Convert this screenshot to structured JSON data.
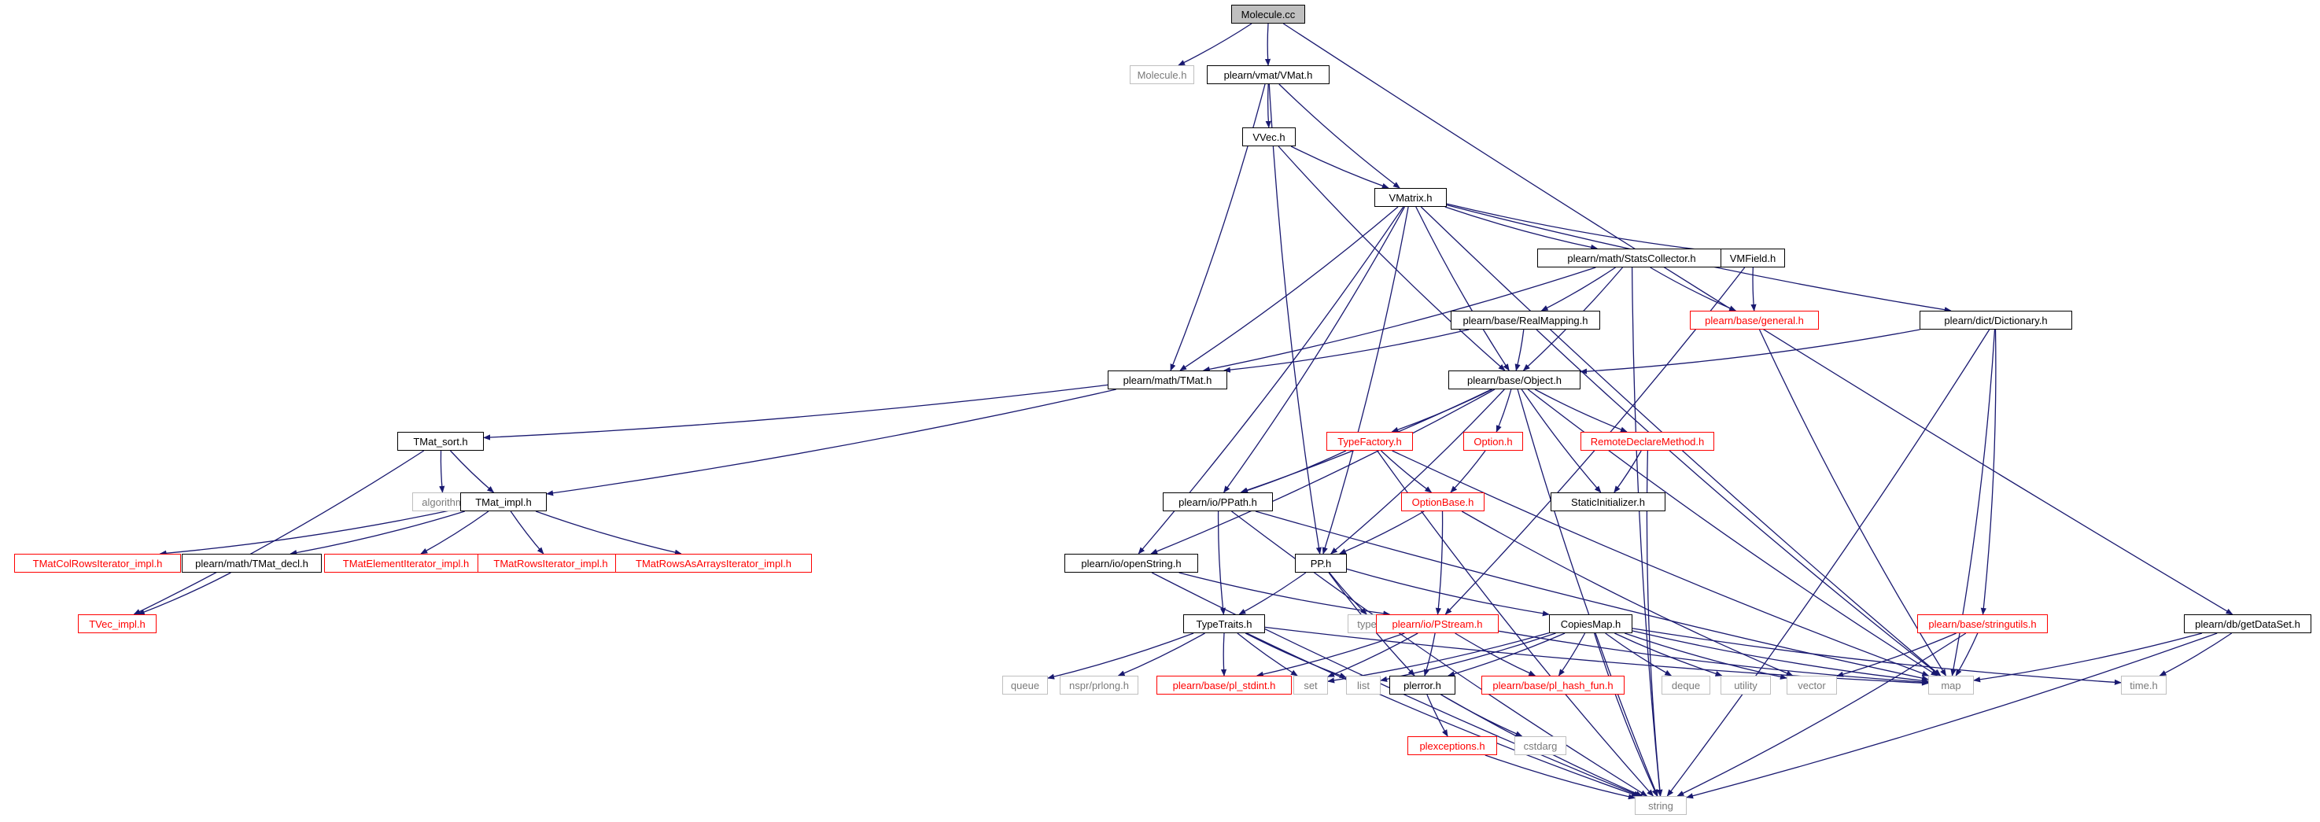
{
  "nodes": [
    {
      "id": "molecule_cc",
      "label": "Molecule.cc",
      "kind": "root"
    },
    {
      "id": "molecule_h",
      "label": "Molecule.h",
      "kind": "gray"
    },
    {
      "id": "vmat_h",
      "label": "plearn/vmat/VMat.h",
      "kind": "black"
    },
    {
      "id": "vvec_h",
      "label": "VVec.h",
      "kind": "black"
    },
    {
      "id": "vmatrix_h",
      "label": "VMatrix.h",
      "kind": "black"
    },
    {
      "id": "statscollector_h",
      "label": "plearn/math/StatsCollector.h",
      "kind": "black"
    },
    {
      "id": "vmfield_h",
      "label": "VMField.h",
      "kind": "black"
    },
    {
      "id": "general_h",
      "label": "plearn/base/general.h",
      "kind": "red"
    },
    {
      "id": "dictionary_h",
      "label": "plearn/dict/Dictionary.h",
      "kind": "black"
    },
    {
      "id": "realmapping_h",
      "label": "plearn/base/RealMapping.h",
      "kind": "black"
    },
    {
      "id": "tmat_h",
      "label": "plearn/math/TMat.h",
      "kind": "black"
    },
    {
      "id": "object_h",
      "label": "plearn/base/Object.h",
      "kind": "black"
    },
    {
      "id": "tmat_sort_h",
      "label": "TMat_sort.h",
      "kind": "black"
    },
    {
      "id": "algorithm",
      "label": "algorithm",
      "kind": "gray"
    },
    {
      "id": "tmat_impl_h",
      "label": "TMat_impl.h",
      "kind": "black"
    },
    {
      "id": "tmatcolrows_h",
      "label": "TMatColRowsIterator_impl.h",
      "kind": "red"
    },
    {
      "id": "tmat_decl_h",
      "label": "plearn/math/TMat_decl.h",
      "kind": "black"
    },
    {
      "id": "tmatelement_h",
      "label": "TMatElementIterator_impl.h",
      "kind": "red"
    },
    {
      "id": "tmatrowsiter_h",
      "label": "TMatRowsIterator_impl.h",
      "kind": "red"
    },
    {
      "id": "tmatrowsasarrays_h",
      "label": "TMatRowsAsArraysIterator_impl.h",
      "kind": "red"
    },
    {
      "id": "tvec_impl_h",
      "label": "TVec_impl.h",
      "kind": "red"
    },
    {
      "id": "typefactory_h",
      "label": "TypeFactory.h",
      "kind": "red"
    },
    {
      "id": "option_h",
      "label": "Option.h",
      "kind": "red"
    },
    {
      "id": "remotedeclare_h",
      "label": "RemoteDeclareMethod.h",
      "kind": "red"
    },
    {
      "id": "staticinit_h",
      "label": "StaticInitializer.h",
      "kind": "black"
    },
    {
      "id": "optionbase_h",
      "label": "OptionBase.h",
      "kind": "red"
    },
    {
      "id": "ppath_h",
      "label": "plearn/io/PPath.h",
      "kind": "black"
    },
    {
      "id": "openstring_h",
      "label": "plearn/io/openString.h",
      "kind": "black"
    },
    {
      "id": "pp_h",
      "label": "PP.h",
      "kind": "black"
    },
    {
      "id": "typetraits_h",
      "label": "TypeTraits.h",
      "kind": "black"
    },
    {
      "id": "typeinfo",
      "label": "typeinfo",
      "kind": "gray"
    },
    {
      "id": "pstream_h",
      "label": "plearn/io/PStream.h",
      "kind": "red"
    },
    {
      "id": "copiesmap_h",
      "label": "CopiesMap.h",
      "kind": "black"
    },
    {
      "id": "queue",
      "label": "queue",
      "kind": "gray"
    },
    {
      "id": "nspr_h",
      "label": "nspr/prlong.h",
      "kind": "gray"
    },
    {
      "id": "pl_stdint_h",
      "label": "plearn/base/pl_stdint.h",
      "kind": "red"
    },
    {
      "id": "set",
      "label": "set",
      "kind": "gray"
    },
    {
      "id": "list",
      "label": "list",
      "kind": "gray"
    },
    {
      "id": "plerror_h",
      "label": "plerror.h",
      "kind": "black"
    },
    {
      "id": "pl_hash_fun_h",
      "label": "plearn/base/pl_hash_fun.h",
      "kind": "red"
    },
    {
      "id": "deque",
      "label": "deque",
      "kind": "gray"
    },
    {
      "id": "utility",
      "label": "utility",
      "kind": "gray"
    },
    {
      "id": "vector",
      "label": "vector",
      "kind": "gray"
    },
    {
      "id": "map",
      "label": "map",
      "kind": "gray"
    },
    {
      "id": "stringutils_h",
      "label": "plearn/base/stringutils.h",
      "kind": "red"
    },
    {
      "id": "getdataset_h",
      "label": "plearn/db/getDataSet.h",
      "kind": "black"
    },
    {
      "id": "time_h",
      "label": "time.h",
      "kind": "gray"
    },
    {
      "id": "plexceptions_h",
      "label": "plexceptions.h",
      "kind": "red"
    },
    {
      "id": "cstdarg",
      "label": "cstdarg",
      "kind": "gray"
    },
    {
      "id": "string",
      "label": "string",
      "kind": "gray"
    }
  ],
  "edges": [
    [
      "molecule_cc",
      "molecule_h"
    ],
    [
      "molecule_cc",
      "vmat_h"
    ],
    [
      "molecule_cc",
      "getdataset_h"
    ],
    [
      "vmat_h",
      "vvec_h"
    ],
    [
      "vmat_h",
      "vmatrix_h"
    ],
    [
      "vmat_h",
      "tmat_h"
    ],
    [
      "vmat_h",
      "pp_h"
    ],
    [
      "vvec_h",
      "vmatrix_h"
    ],
    [
      "vvec_h",
      "object_h"
    ],
    [
      "vmatrix_h",
      "statscollector_h"
    ],
    [
      "vmatrix_h",
      "vmfield_h"
    ],
    [
      "vmatrix_h",
      "dictionary_h"
    ],
    [
      "vmatrix_h",
      "tmat_h"
    ],
    [
      "vmatrix_h",
      "object_h"
    ],
    [
      "vmatrix_h",
      "ppath_h"
    ],
    [
      "vmatrix_h",
      "pp_h"
    ],
    [
      "vmatrix_h",
      "openstring_h"
    ],
    [
      "vmatrix_h",
      "map"
    ],
    [
      "statscollector_h",
      "general_h"
    ],
    [
      "statscollector_h",
      "realmapping_h"
    ],
    [
      "statscollector_h",
      "object_h"
    ],
    [
      "statscollector_h",
      "tmat_h"
    ],
    [
      "statscollector_h",
      "string"
    ],
    [
      "vmfield_h",
      "general_h"
    ],
    [
      "vmfield_h",
      "pstream_h"
    ],
    [
      "general_h",
      "map"
    ],
    [
      "dictionary_h",
      "object_h"
    ],
    [
      "dictionary_h",
      "stringutils_h"
    ],
    [
      "dictionary_h",
      "map"
    ],
    [
      "dictionary_h",
      "string"
    ],
    [
      "realmapping_h",
      "object_h"
    ],
    [
      "realmapping_h",
      "tmat_h"
    ],
    [
      "realmapping_h",
      "map"
    ],
    [
      "tmat_h",
      "tmat_sort_h"
    ],
    [
      "tmat_h",
      "tmat_impl_h"
    ],
    [
      "tmat_sort_h",
      "algorithm"
    ],
    [
      "tmat_sort_h",
      "tmat_impl_h"
    ],
    [
      "tmat_sort_h",
      "tvec_impl_h"
    ],
    [
      "tmat_impl_h",
      "tmatcolrows_h"
    ],
    [
      "tmat_impl_h",
      "tmat_decl_h"
    ],
    [
      "tmat_impl_h",
      "tmatelement_h"
    ],
    [
      "tmat_impl_h",
      "tmatrowsiter_h"
    ],
    [
      "tmat_impl_h",
      "tmatrowsasarrays_h"
    ],
    [
      "tmat_decl_h",
      "tvec_impl_h"
    ],
    [
      "object_h",
      "typefactory_h"
    ],
    [
      "object_h",
      "option_h"
    ],
    [
      "object_h",
      "remotedeclare_h"
    ],
    [
      "object_h",
      "staticinit_h"
    ],
    [
      "object_h",
      "ppath_h"
    ],
    [
      "object_h",
      "pp_h"
    ],
    [
      "object_h",
      "openstring_h"
    ],
    [
      "object_h",
      "map"
    ],
    [
      "object_h",
      "string"
    ],
    [
      "typefactory_h",
      "optionbase_h"
    ],
    [
      "typefactory_h",
      "ppath_h"
    ],
    [
      "typefactory_h",
      "map"
    ],
    [
      "typefactory_h",
      "string"
    ],
    [
      "option_h",
      "optionbase_h"
    ],
    [
      "remotedeclare_h",
      "staticinit_h"
    ],
    [
      "remotedeclare_h",
      "string"
    ],
    [
      "optionbase_h",
      "pp_h"
    ],
    [
      "optionbase_h",
      "pstream_h"
    ],
    [
      "optionbase_h",
      "vector"
    ],
    [
      "ppath_h",
      "typetraits_h"
    ],
    [
      "ppath_h",
      "map"
    ],
    [
      "ppath_h",
      "string"
    ],
    [
      "openstring_h",
      "pstream_h"
    ],
    [
      "openstring_h",
      "string"
    ],
    [
      "pp_h",
      "typetraits_h"
    ],
    [
      "pp_h",
      "typeinfo"
    ],
    [
      "pp_h",
      "copiesmap_h"
    ],
    [
      "pp_h",
      "plerror_h"
    ],
    [
      "typetraits_h",
      "queue"
    ],
    [
      "typetraits_h",
      "nspr_h"
    ],
    [
      "typetraits_h",
      "pl_stdint_h"
    ],
    [
      "typetraits_h",
      "set"
    ],
    [
      "typetraits_h",
      "list"
    ],
    [
      "typetraits_h",
      "map"
    ],
    [
      "typetraits_h",
      "string"
    ],
    [
      "pstream_h",
      "pl_stdint_h"
    ],
    [
      "pstream_h",
      "set"
    ],
    [
      "pstream_h",
      "plerror_h"
    ],
    [
      "pstream_h",
      "pl_hash_fun_h"
    ],
    [
      "pstream_h",
      "map"
    ],
    [
      "copiesmap_h",
      "set"
    ],
    [
      "copiesmap_h",
      "list"
    ],
    [
      "copiesmap_h",
      "plerror_h"
    ],
    [
      "copiesmap_h",
      "pl_hash_fun_h"
    ],
    [
      "copiesmap_h",
      "deque"
    ],
    [
      "copiesmap_h",
      "utility"
    ],
    [
      "copiesmap_h",
      "vector"
    ],
    [
      "copiesmap_h",
      "map"
    ],
    [
      "copiesmap_h",
      "string"
    ],
    [
      "copiesmap_h",
      "time_h"
    ],
    [
      "plerror_h",
      "plexceptions_h"
    ],
    [
      "plerror_h",
      "cstdarg"
    ],
    [
      "plerror_h",
      "string"
    ],
    [
      "plexceptions_h",
      "string"
    ],
    [
      "stringutils_h",
      "vector"
    ],
    [
      "stringutils_h",
      "map"
    ],
    [
      "stringutils_h",
      "string"
    ],
    [
      "getdataset_h",
      "map"
    ],
    [
      "getdataset_h",
      "time_h"
    ],
    [
      "getdataset_h",
      "string"
    ]
  ],
  "colors": {
    "edge": "#191970",
    "black_border": "#000000",
    "red_border": "#ff0000",
    "gray_border": "#bfbfbf",
    "gray_text": "#7a7a7a",
    "root_fill": "#bfbfbf"
  }
}
